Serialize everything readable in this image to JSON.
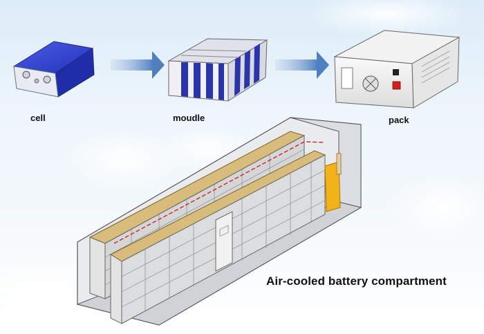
{
  "stages": {
    "cell_label": "cell",
    "module_label": "moudle",
    "pack_label": "pack"
  },
  "caption": "Air-cooled battery compartment",
  "colors": {
    "cell_blue": "#2a3fc9",
    "module_blue": "#2b35a8",
    "arrow_blue": "#4f7fbf",
    "rack_wood": "#d8bc7c",
    "fire_panel": "#f2b21a",
    "power_switch_red": "#d42020"
  },
  "icons": [
    "arrow-right-icon",
    "arrow-right-icon"
  ]
}
